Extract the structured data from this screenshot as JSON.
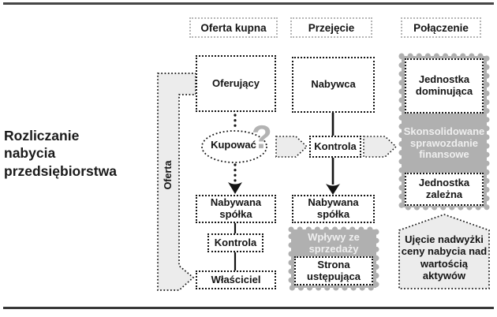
{
  "title": "Rozliczanie nabycia przedsiębiorstwa",
  "headers": {
    "offer": "Oferta kupna",
    "takeover": "Przejęcie",
    "merger": "Połączenie"
  },
  "offer_column": {
    "band_label": "Oferta",
    "bidder": "Oferujący",
    "buy_question": "Kupować",
    "question_mark": "?",
    "acquired_company": "Nabywana spółka",
    "control": "Kontrola",
    "owner": "Właściciel"
  },
  "takeover_column": {
    "acquirer": "Nabywca",
    "control": "Kontrola",
    "acquired_company": "Nabywana spółka",
    "sale_proceeds": "Wpływy ze sprzedaży",
    "ceding_party": "Strona ustępująca"
  },
  "merger_column": {
    "parent_entity": "Jednostka dominująca",
    "consolidated_statement": "Skonsolidowane sprawozdanie finansowe",
    "subsidiary": "Jednostka zależna",
    "surplus_note": "Ujęcie nadwyżki ceny nabycia nad wartością aktywów"
  },
  "colors": {
    "stamp_gray": "#b0b0b0",
    "light_fill": "#ececec",
    "rule_dark": "#454545",
    "text_dark": "#141414",
    "light_text": "#efefef"
  }
}
